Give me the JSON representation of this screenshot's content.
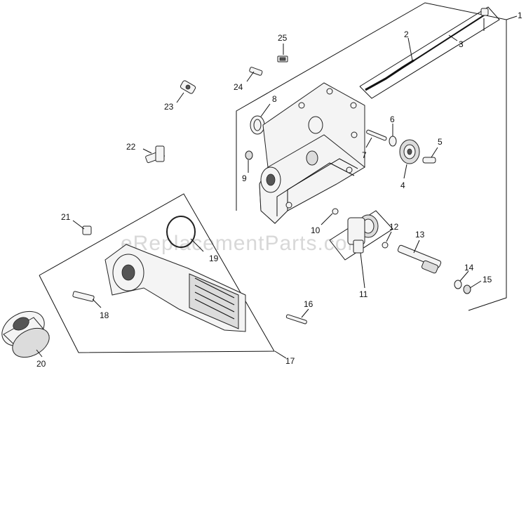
{
  "watermark": "eReplacementParts.com",
  "callouts": {
    "c1": "1",
    "c2": "2",
    "c3": "3",
    "c4": "4",
    "c5": "5",
    "c6": "6",
    "c7": "7",
    "c8": "8",
    "c9": "9",
    "c10": "10",
    "c11": "11",
    "c12": "12",
    "c13": "13",
    "c14": "14",
    "c15": "15",
    "c16": "16",
    "c17": "17",
    "c18": "18",
    "c19": "19",
    "c20": "20",
    "c21": "21",
    "c22": "22",
    "c23": "23",
    "c24": "24",
    "c25": "25"
  }
}
